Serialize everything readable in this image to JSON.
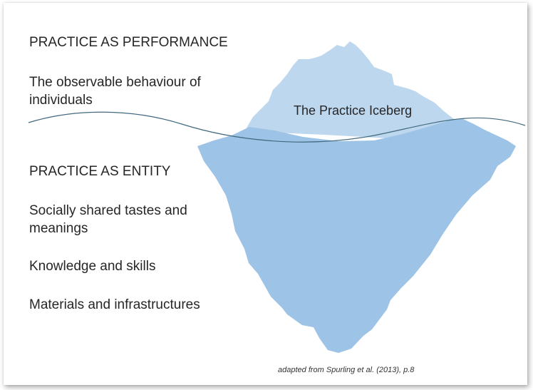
{
  "performance": {
    "heading": "PRACTICE AS PERFORMANCE",
    "description": "The observable behaviour of individuals"
  },
  "entity": {
    "heading": "PRACTICE AS ENTITY",
    "items": [
      "Socially shared tastes and meanings",
      "Knowledge and skills",
      "Materials and infrastructures"
    ]
  },
  "iceberg": {
    "title": "The Practice Iceberg"
  },
  "attribution": "adapted from Spurling et al. (2013), p.8",
  "colors": {
    "iceberg_top": "#bdd7ee",
    "iceberg_bottom": "#9dc3e6",
    "waterline": "#41697e",
    "text": "#262626"
  }
}
